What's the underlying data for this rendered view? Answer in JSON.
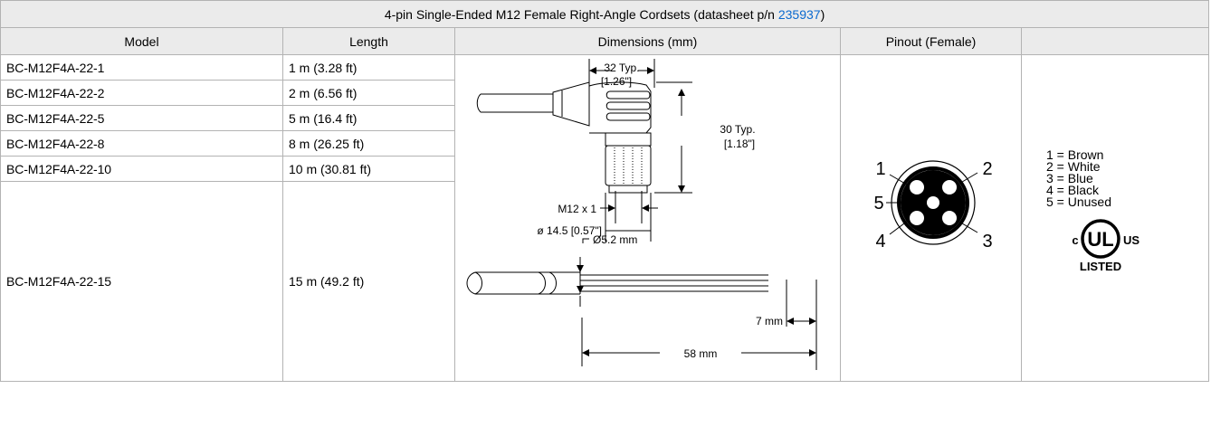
{
  "title": {
    "prefix": "4-pin Single-Ended M12 Female Right-Angle Cordsets (datasheet p/n ",
    "link": "235937",
    "suffix": ")"
  },
  "columns": [
    "Model",
    "Length",
    "Dimensions (mm)",
    "Pinout (Female)",
    ""
  ],
  "rows": [
    {
      "model": "BC-M12F4A-22-1",
      "length": "1 m (3.28 ft)"
    },
    {
      "model": "BC-M12F4A-22-2",
      "length": "2 m (6.56 ft)"
    },
    {
      "model": "BC-M12F4A-22-5",
      "length": "5 m (16.4 ft)"
    },
    {
      "model": "BC-M12F4A-22-8",
      "length": "8 m (26.25 ft)"
    },
    {
      "model": "BC-M12F4A-22-10",
      "length": "10 m (30.81 ft)"
    },
    {
      "model": "BC-M12F4A-22-15",
      "length": "15 m (49.2 ft)"
    }
  ],
  "dimensions": {
    "width": "32 Typ.",
    "width_in": "[1.26\"]",
    "height": "30 Typ.",
    "height_in": "[1.18\"]",
    "thread": "M12 x 1",
    "diameter": "ø 14.5 [0.57\"]",
    "cable_diameter": "Ø5.2 mm",
    "strip_length": "7 mm",
    "lead_length": "58 mm"
  },
  "pinout": {
    "pin1": "1",
    "pin2": "2",
    "pin3": "3",
    "pin4": "4",
    "pin5": "5"
  },
  "wire_colors": [
    "1 = Brown",
    "2 = White",
    "3 = Blue",
    "4 = Black",
    "5 = Unused"
  ],
  "ul_mark": {
    "c": "c",
    "ul": "UL",
    "us": "US",
    "listed": "LISTED"
  }
}
